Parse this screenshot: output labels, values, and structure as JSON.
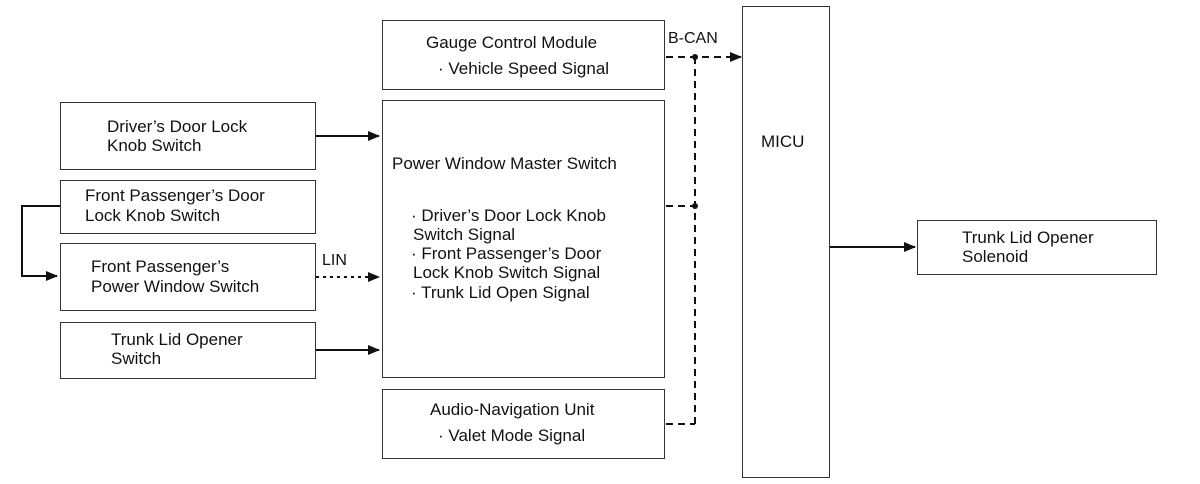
{
  "gauge_module": {
    "title": "Gauge Control Module",
    "signal": "· Vehicle Speed Signal"
  },
  "driver_door_switch": {
    "line1": "Driver’s Door Lock",
    "line2": "Knob Switch"
  },
  "front_pass_door_switch": {
    "line1": "Front Passenger’s Door",
    "line2": "Lock Knob Switch"
  },
  "front_pass_window_switch": {
    "line1": "Front Passenger’s",
    "line2": "Power Window Switch"
  },
  "trunk_opener_switch": {
    "line1": "Trunk Lid Opener",
    "line2": "Switch"
  },
  "master_switch": {
    "title": "Power Window Master Switch",
    "signals": [
      "· Driver’s Door Lock Knob",
      "Switch Signal",
      "· Front Passenger’s Door",
      "Lock Knob Switch Signal",
      "· Trunk Lid Open Signal"
    ]
  },
  "audio_nav": {
    "title": "Audio-Navigation Unit",
    "signal": "· Valet Mode Signal"
  },
  "micu": {
    "title": "MICU"
  },
  "solenoid": {
    "line1": "Trunk Lid Opener",
    "line2": "Solenoid"
  },
  "bus_labels": {
    "bcan": "B-CAN",
    "lin": "LIN"
  }
}
